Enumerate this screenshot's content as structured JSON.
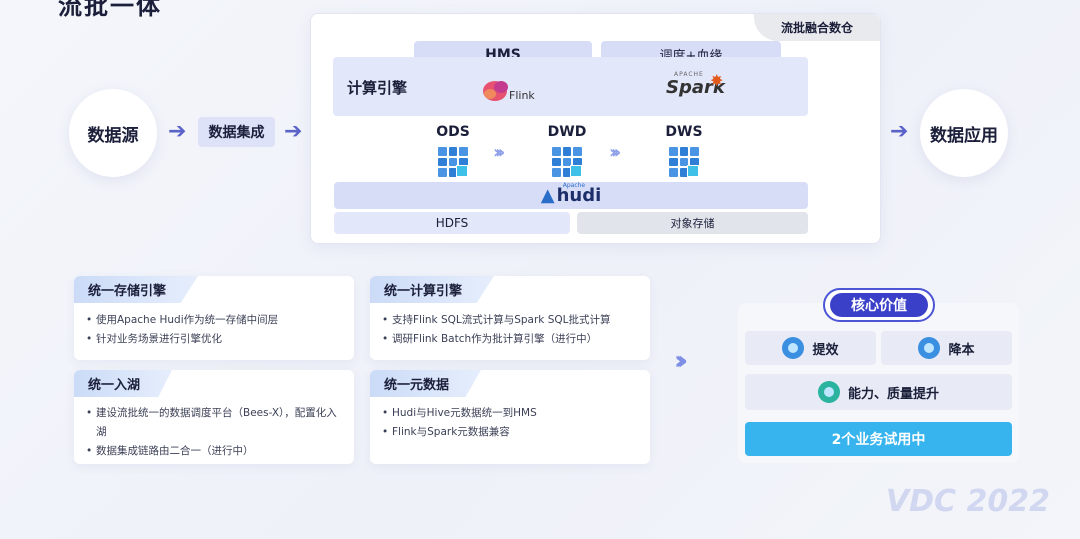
{
  "top_title": "流批一体",
  "flow": {
    "source": "数据源",
    "integration": "数据集成",
    "application": "数据应用"
  },
  "main": {
    "corner_tag": "流批融合数仓",
    "hms": "HMS",
    "scheduling": "调度+血缘",
    "engine_label": "计算引擎",
    "flink": "Flink",
    "spark_small": "APACHE",
    "spark": "Spark",
    "layers": [
      "ODS",
      "DWD",
      "DWS"
    ],
    "hudi_small": "Apache",
    "hudi": "hudi",
    "hdfs": "HDFS",
    "object_storage": "对象存储"
  },
  "features": [
    {
      "title": "统一存储引擎",
      "items": [
        "使用Apache Hudi作为统一存储中间层",
        "针对业务场景进行引擎优化"
      ]
    },
    {
      "title": "统一计算引擎",
      "items": [
        "支持Flink SQL流式计算与Spark SQL批式计算",
        "调研Flink Batch作为批计算引擎（进行中）"
      ]
    },
    {
      "title": "统一入湖",
      "items": [
        "建设流批统一的数据调度平台（Bees-X），配置化入湖",
        "数据集成链路由二合一（进行中）"
      ]
    },
    {
      "title": "统一元数据",
      "items": [
        "Hudi与Hive元数据统一到HMS",
        "Flink与Spark元数据兼容"
      ]
    }
  ],
  "core": {
    "title": "核心价值",
    "values": [
      "提效",
      "降本",
      "能力、质量提升"
    ],
    "trial": "2个业务试用中"
  },
  "watermark": "VDC 2022",
  "colors": {
    "accent": "#3a41c8",
    "trial": "#37b4ee",
    "chip": "#dde2f8"
  }
}
